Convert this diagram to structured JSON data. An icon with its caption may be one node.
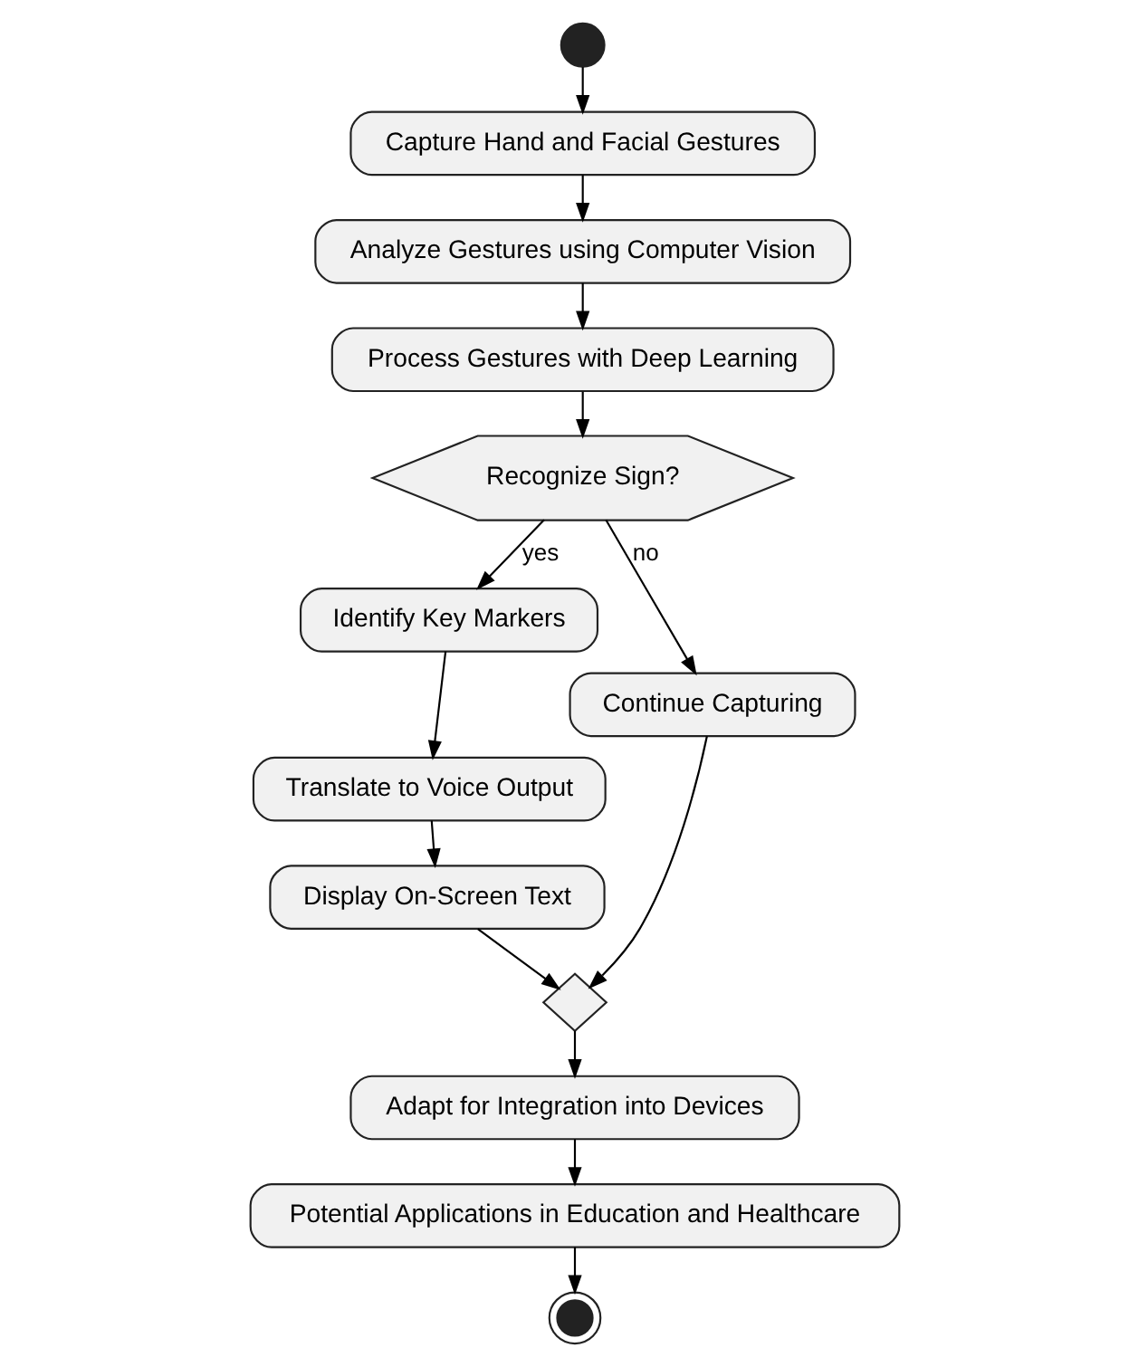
{
  "diagram": {
    "nodes": [
      {
        "text": [],
        "shape": "circle"
      },
      {
        "text": [
          "Capture Hand and Facial Gestures"
        ]
      },
      {
        "text": [
          "Analyze Gestures using Computer Vision"
        ]
      },
      {
        "text": [
          "Process Gestures with Deep Learning"
        ]
      },
      {
        "text": [
          "Recognize Sign?"
        ]
      },
      {
        "text": [
          "Identify Key Markers"
        ]
      },
      {
        "text": [
          "Translate to Voice Output"
        ]
      },
      {
        "text": [
          "Display On-Screen Text"
        ]
      },
      {
        "text": [
          "Continue Capturing"
        ]
      },
      {
        "text": [],
        "shape": "diamond"
      },
      {
        "text": [
          "Adapt for Integration into Devices"
        ]
      },
      {
        "text": [
          "Potential Applications in Education and Healthcare"
        ]
      },
      {
        "text": [],
        "shape": "circle"
      }
    ],
    "edges": [
      {
        "from": 0,
        "to": 1,
        "arrow": "to"
      },
      {
        "from": 1,
        "to": 2,
        "arrow": "to"
      },
      {
        "from": 2,
        "to": 3,
        "arrow": "to"
      },
      {
        "from": 3,
        "to": 4,
        "arrow": "to"
      },
      {
        "from": 4,
        "to": 5,
        "arrow": "to",
        "label": "yes"
      },
      {
        "from": 4,
        "to": 8,
        "arrow": "to",
        "label": "no"
      },
      {
        "from": 5,
        "to": 6,
        "arrow": "to"
      },
      {
        "from": 6,
        "to": 7,
        "arrow": "to"
      },
      {
        "from": 7,
        "to": 9,
        "arrow": "to"
      },
      {
        "from": 8,
        "to": 9,
        "arrow": "to"
      },
      {
        "from": 9,
        "to": 10,
        "arrow": "to"
      },
      {
        "from": 10,
        "to": 11,
        "arrow": "to"
      },
      {
        "from": 11,
        "to": 12,
        "arrow": "to"
      }
    ]
  }
}
